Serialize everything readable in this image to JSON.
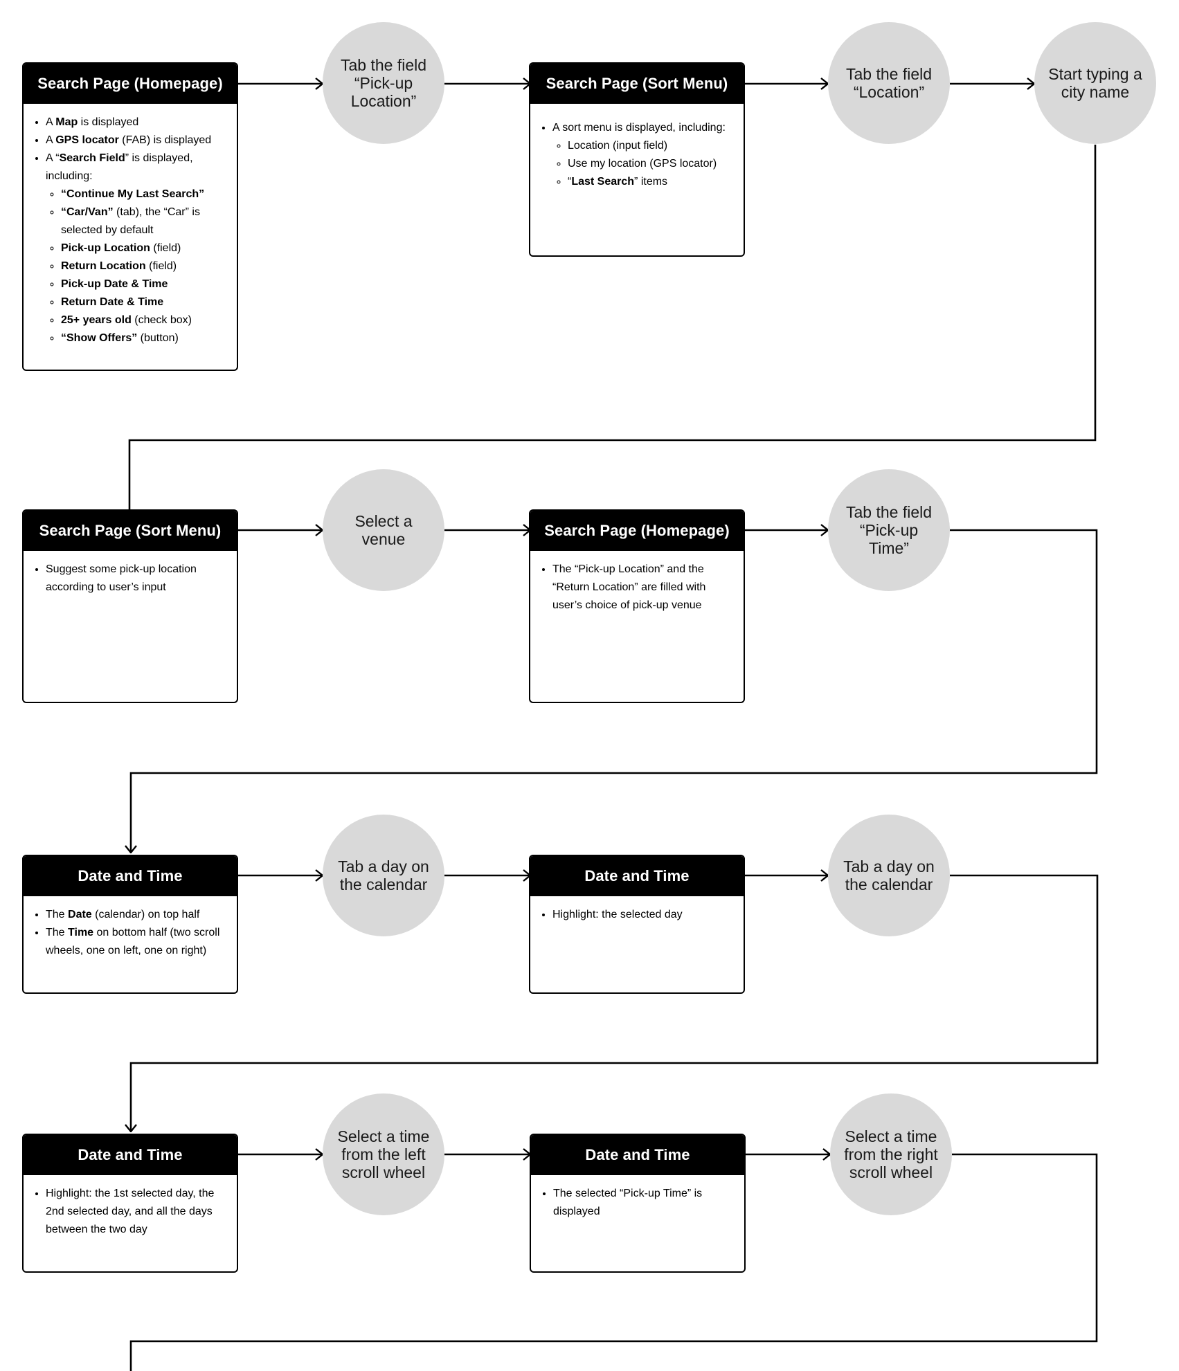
{
  "cards": [
    {
      "title": "Search Page (Homepage)",
      "items": [
        {
          "before": "A ",
          "bold": "Map",
          "after": " is displayed"
        },
        {
          "before": "A ",
          "bold": "GPS locator",
          "after": " (FAB) is displayed"
        },
        {
          "before": "A “",
          "bold": "Search Field",
          "after": "” is displayed, including:"
        },
        {
          "before": "",
          "bold": "“Continue My Last Search”",
          "after": ""
        },
        {
          "before": "",
          "bold": "“Car/Van”",
          "after": " (tab), the “Car” is selected by default"
        },
        {
          "before": "",
          "bold": "Pick-up Location",
          "after": " (field)"
        },
        {
          "before": "",
          "bold": "Return Location",
          "after": " (field)"
        },
        {
          "before": "",
          "bold": "Pick-up Date & Time",
          "after": ""
        },
        {
          "before": "",
          "bold": "Return Date & Time",
          "after": ""
        },
        {
          "before": "",
          "bold": "25+ years old",
          "after": " (check box)"
        },
        {
          "before": "",
          "bold": "“Show Offers”",
          "after": " (button)"
        }
      ]
    },
    {
      "title": "Search Page (Sort Menu)",
      "items": [
        {
          "before": "A sort menu is displayed, including:",
          "bold": "",
          "after": ""
        },
        {
          "before": "Location (input field)",
          "bold": "",
          "after": ""
        },
        {
          "before": "Use my location (GPS locator)",
          "bold": "",
          "after": ""
        },
        {
          "before": "“",
          "bold": "Last Search",
          "after": "” items"
        }
      ]
    },
    {
      "title": "Search Page (Sort Menu)",
      "items": [
        {
          "before": "Suggest some pick-up location according to user’s input",
          "bold": "",
          "after": ""
        }
      ]
    },
    {
      "title": "Search Page (Homepage)",
      "items": [
        {
          "before": "The “Pick-up Location” and the “Return Location” are filled with user’s choice of pick-up venue",
          "bold": "",
          "after": ""
        }
      ]
    },
    {
      "title": "Date and Time",
      "items": [
        {
          "before": "The ",
          "bold": "Date",
          "after": " (calendar) on top half"
        },
        {
          "before": "The ",
          "bold": "Time",
          "after": " on bottom half (two scroll wheels, one on left, one on right)"
        }
      ]
    },
    {
      "title": "Date and Time",
      "items": [
        {
          "before": "Highlight: the selected day",
          "bold": "",
          "after": ""
        }
      ]
    },
    {
      "title": "Date and Time",
      "items": [
        {
          "before": "Highlight: the 1st selected day, the 2nd selected day, and all the days between the two day",
          "bold": "",
          "after": ""
        }
      ]
    },
    {
      "title": "Date and Time",
      "items": [
        {
          "before": "The selected “Pick-up Time” is displayed",
          "bold": "",
          "after": ""
        }
      ]
    }
  ],
  "actions": [
    {
      "text": "Tab the field “Pick-up Location”"
    },
    {
      "text": "Tab the field “Location”"
    },
    {
      "text": "Start typing a city name"
    },
    {
      "text": "Select a venue"
    },
    {
      "text": "Tab the field “Pick-up Time”"
    },
    {
      "text": "Tab a day on the calendar"
    },
    {
      "text": "Tab a day on the calendar"
    },
    {
      "text": "Select a time from the left scroll wheel"
    },
    {
      "text": "Select a time from the right scroll wheel"
    }
  ],
  "colors": {
    "card_header": "#000000",
    "action_circle": "#d9d9d9",
    "connector": "#000000"
  }
}
